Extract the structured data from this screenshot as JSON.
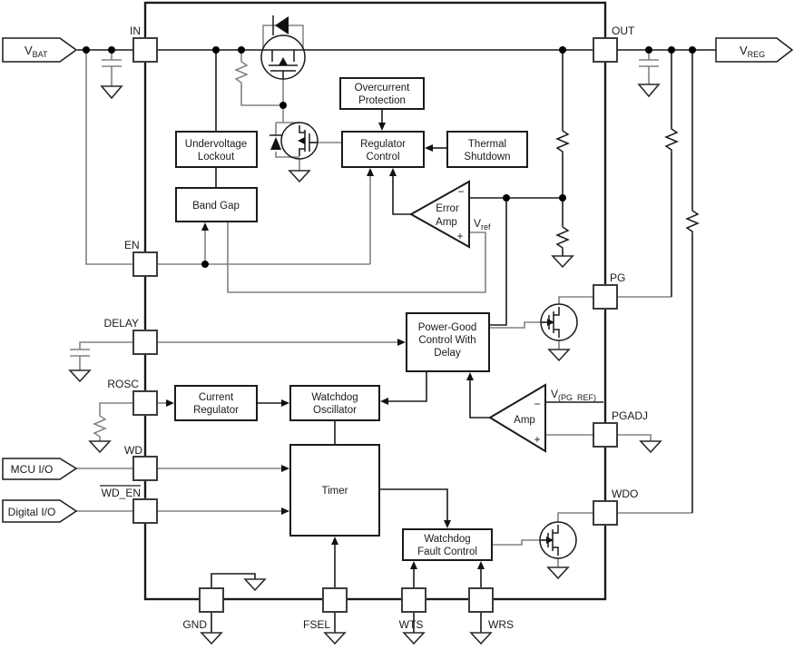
{
  "diagram": {
    "colors": {
      "wire_gray": "#828282",
      "line_black": "#1a1a1a",
      "background": "#ffffff"
    },
    "ports": {
      "vbat": {
        "v": "V",
        "sub": "BAT"
      },
      "vreg": {
        "v": "V",
        "sub": "REG"
      },
      "mcu_io": "MCU I/O",
      "digital_io": "Digital I/O"
    },
    "pins": {
      "in": "IN",
      "out": "OUT",
      "en": "EN",
      "delay": "DELAY",
      "rosc": "ROSC",
      "wd": "WD",
      "wd_en": "WD_EN",
      "pg": "PG",
      "pgadj": "PGADJ",
      "wdo": "WDO",
      "gnd": "GND",
      "fsel": "FSEL",
      "wts": "WTS",
      "wrs": "WRS"
    },
    "blocks": {
      "uvl": {
        "l1": "Undervoltage",
        "l2": "Lockout"
      },
      "bandgap": {
        "l1": "Band Gap"
      },
      "ocp": {
        "l1": "Overcurrent",
        "l2": "Protection"
      },
      "regctl": {
        "l1": "Regulator",
        "l2": "Control"
      },
      "thermal": {
        "l1": "Thermal",
        "l2": "Shutdown"
      },
      "pgc": {
        "l1": "Power-Good",
        "l2": "Control With",
        "l3": "Delay"
      },
      "curreg": {
        "l1": "Current",
        "l2": "Regulator"
      },
      "wosc": {
        "l1": "Watchdog",
        "l2": "Oscillator"
      },
      "timer": {
        "l1": "Timer"
      },
      "wfc": {
        "l1": "Watchdog",
        "l2": "Fault Control"
      }
    },
    "amps": {
      "error_amp": {
        "l1": "Error",
        "l2": "Amp",
        "minus": "−",
        "plus": "+"
      },
      "pg_amp": {
        "l1": "Amp",
        "minus": "−",
        "plus": "+"
      }
    },
    "refs": {
      "vref": {
        "v": "V",
        "sub": "ref"
      },
      "vpgref": {
        "v": "V",
        "sub": "(PG_REF)"
      }
    }
  }
}
